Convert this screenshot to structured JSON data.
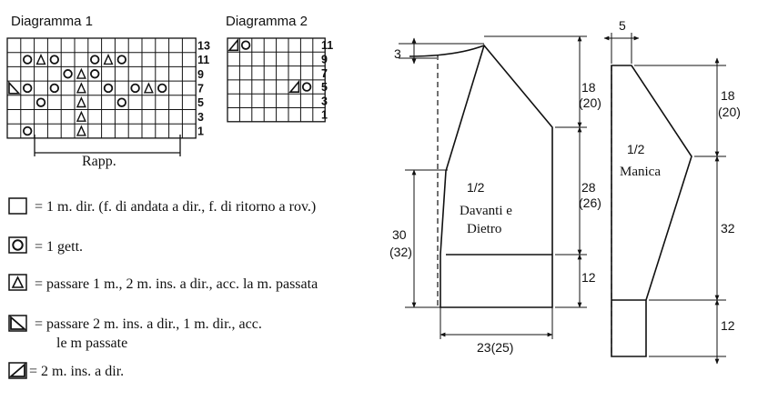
{
  "diagram1": {
    "title": "Diagramma 1",
    "row_numbers": [
      "13",
      "11",
      "9",
      "7",
      "5",
      "3",
      "1"
    ],
    "repeat_label": "Rapp.",
    "rows": [
      "..............",
      ".OAO..OAO.....",
      "....OAO.......",
      "TO.O.A.O.OAO..",
      "..O..A..O.....",
      ".....A........",
      ".O...A........"
    ]
  },
  "diagram2": {
    "title": "Diagramma 2",
    "row_numbers": [
      "11",
      "9",
      "7",
      "5",
      "3",
      "1"
    ],
    "rows": [
      "IO......",
      "........",
      "........",
      ".....IO.",
      "........",
      "........"
    ]
  },
  "legend": [
    {
      "symbol": "square-symbol",
      "text": "= 1 m. dir. (f. di andata a dir., f. di ritorno a rov.)"
    },
    {
      "symbol": "circle-symbol",
      "text": "= 1 gett."
    },
    {
      "symbol": "triangle-symbol",
      "text": "=  passare 1 m., 2 m. ins. a dir., acc. la m. passata"
    },
    {
      "symbol": "right-triangle-symbol",
      "text": "=  passare 2 m. ins. a dir., 1 m. dir., acc.",
      "text2": "le m passate"
    },
    {
      "symbol": "diagonal-triangle-symbol",
      "text": "=  2 m. ins. a dir."
    }
  ],
  "body_schematic": {
    "half_label": "1/2",
    "piece_line1": "Davanti e",
    "piece_line2": "Dietro",
    "dim_shoulder_drop": "3",
    "dim_top": "18",
    "dim_top_alt": "(20)",
    "dim_middle": "28",
    "dim_middle_alt": "(26)",
    "dim_bottom": "12",
    "dim_side": "30",
    "dim_side_alt": "(32)",
    "dim_width": "23(25)"
  },
  "sleeve_schematic": {
    "half_label": "1/2",
    "piece_label": "Manica",
    "dim_top_width": "5",
    "dim_top": "18",
    "dim_top_alt": "(20)",
    "dim_middle": "32",
    "dim_bottom": "12"
  }
}
